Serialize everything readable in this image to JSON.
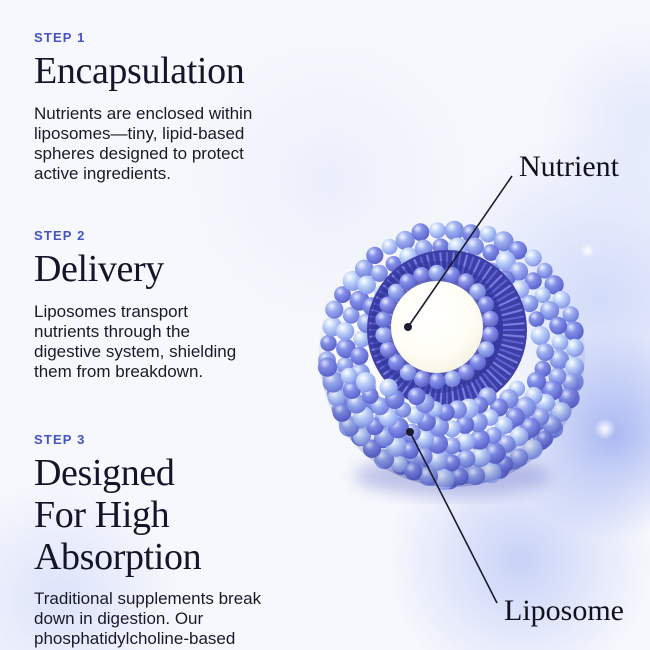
{
  "steps": [
    {
      "label": "STEP 1",
      "title": "Encapsulation",
      "body": "Nutrients are enclosed within\nliposomes—tiny, lipid-based\nspheres designed to protect\nactive ingredients."
    },
    {
      "label": "STEP 2",
      "title": "Delivery",
      "body": "Liposomes transport\nnutrients through the\ndigestive system, shielding\nthem from breakdown."
    },
    {
      "label": "STEP 3",
      "title": "Designed\nFor High\nAbsorption",
      "body": "Traditional supplements break\ndown in digestion. Our\nphosphatidylcholine-based"
    }
  ],
  "diagram": {
    "nutrient_label": "Nutrient",
    "liposome_label": "Liposome"
  },
  "colors": {
    "accent": "#4353c8",
    "heading": "#14142b",
    "body_text": "#1a1a28",
    "pointer": "#1b1b30",
    "bead_light": "#bcd2f9",
    "bead_mid": "#8490e8",
    "bead_deep": "#4a50c0",
    "bilayer": "#3d3fa6",
    "core": "#fffdf4",
    "background": "#f7f8fd"
  }
}
